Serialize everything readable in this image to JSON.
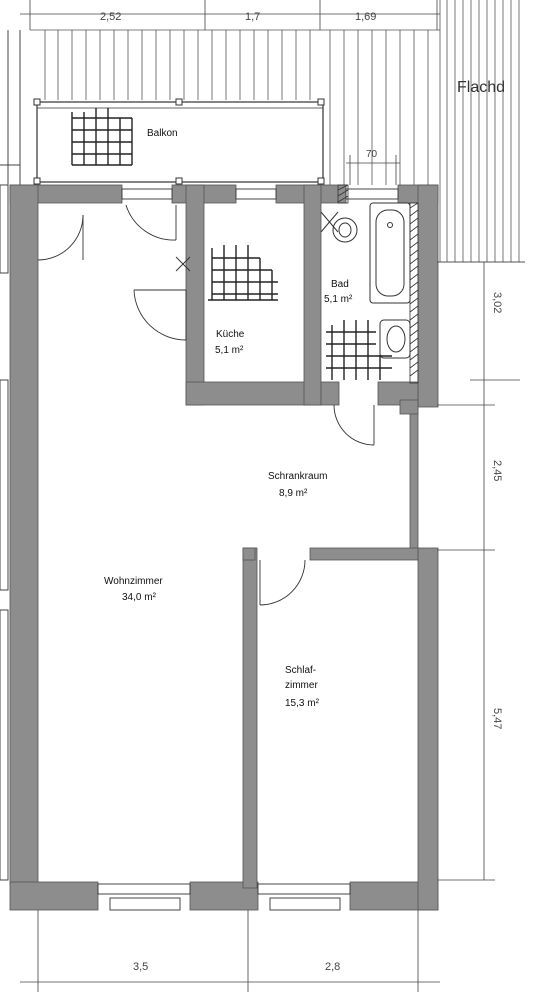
{
  "plan": {
    "rooms": {
      "balkon": {
        "name": "Balkon"
      },
      "kueche": {
        "name": "Küche",
        "area": "5,1 m²"
      },
      "bad": {
        "name": "Bad",
        "area": "5,1 m²"
      },
      "schrank": {
        "name": "Schrankraum",
        "area": "8,9 m²"
      },
      "wohn": {
        "name": "Wohnzimmer",
        "area": "34,0 m²"
      },
      "schlaf": {
        "name_line1": "Schlaf-",
        "name_line2": "zimmer",
        "area": "15,3 m²"
      }
    },
    "dimensions": {
      "top_1": "2,52",
      "top_2": "1,7",
      "top_3": "1,69",
      "bad_door": "70",
      "right_1": "3,02",
      "right_2": "2,45",
      "right_3": "5,47",
      "bottom_1": "3,5",
      "bottom_2": "2,8"
    },
    "roof_label": "Flachd",
    "colors": {
      "wall": "#8d8d8d",
      "line": "#333333",
      "tile": "#222222"
    }
  }
}
